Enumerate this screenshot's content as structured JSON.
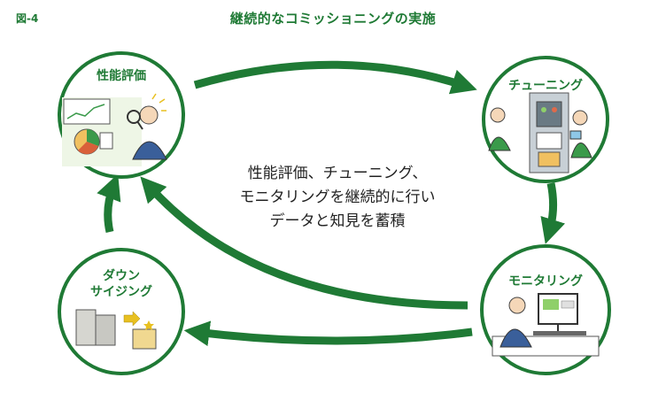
{
  "figure_label": "図-4",
  "title": "継続的なコミッショニングの実施",
  "center_text": [
    "性能評価、チューニング、",
    "モニタリングを継続的に行い",
    "データと知見を蓄積"
  ],
  "nodes": {
    "performance": "性能評価",
    "tuning": "チューニング",
    "monitoring": "モニタリング",
    "downsizing_line1": "ダウン",
    "downsizing_line2": "サイジング"
  },
  "colors": {
    "green": "#1f7a35",
    "circle_fill": "#ffffff",
    "bg_tint": "#eef6e6"
  }
}
